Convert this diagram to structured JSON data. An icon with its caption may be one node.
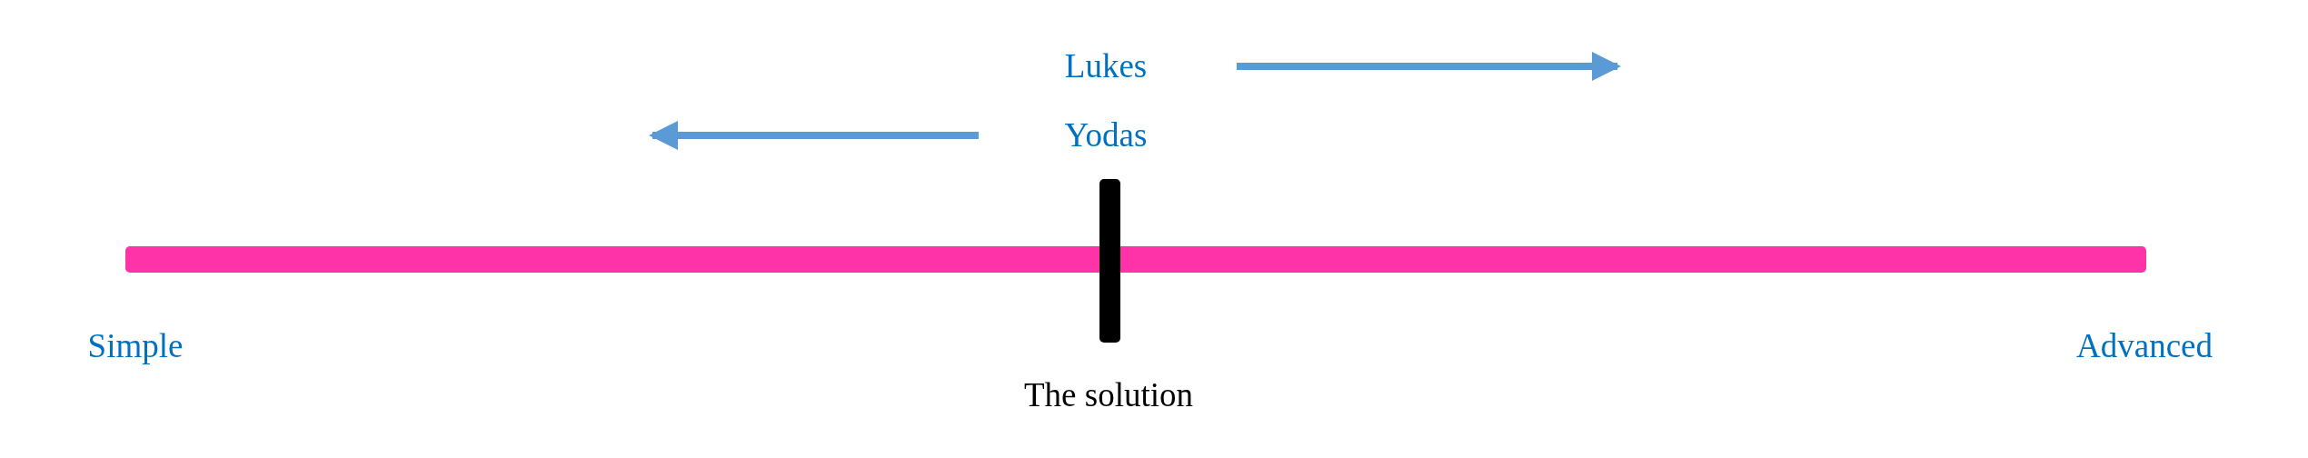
{
  "diagram": {
    "nodes": [
      {
        "text": [],
        "shape": "bar"
      },
      {
        "text": [],
        "shape": "bar"
      }
    ],
    "labels": [
      "Lukes",
      "Yodas",
      "Simple",
      "Advanced",
      "The solution"
    ]
  }
}
